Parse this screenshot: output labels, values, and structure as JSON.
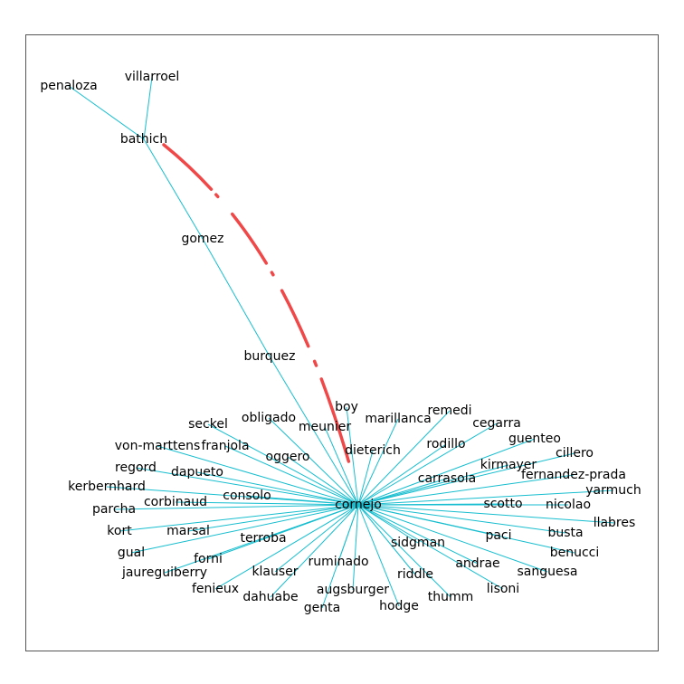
{
  "graph": {
    "nodes": [
      {
        "id": "penaloza",
        "label": "penaloza"
      },
      {
        "id": "villarroel",
        "label": "villarroel"
      },
      {
        "id": "bathich",
        "label": "bathich"
      },
      {
        "id": "gomez",
        "label": "gomez"
      },
      {
        "id": "burquez",
        "label": "burquez"
      },
      {
        "id": "cornejo",
        "label": "cornejo"
      },
      {
        "id": "boy",
        "label": "boy"
      },
      {
        "id": "meunier",
        "label": "meunier"
      },
      {
        "id": "marillanca",
        "label": "marillanca"
      },
      {
        "id": "remedi",
        "label": "remedi"
      },
      {
        "id": "obligado",
        "label": "obligado"
      },
      {
        "id": "seckel",
        "label": "seckel"
      },
      {
        "id": "cegarra",
        "label": "cegarra"
      },
      {
        "id": "rodillo",
        "label": "rodillo"
      },
      {
        "id": "guenteo",
        "label": "guenteo"
      },
      {
        "id": "von-marttens",
        "label": "von-marttens"
      },
      {
        "id": "franjola",
        "label": "franjola"
      },
      {
        "id": "dieterich",
        "label": "dieterich"
      },
      {
        "id": "oggero",
        "label": "oggero"
      },
      {
        "id": "cillero",
        "label": "cillero"
      },
      {
        "id": "kirmayer",
        "label": "kirmayer"
      },
      {
        "id": "regord",
        "label": "regord"
      },
      {
        "id": "dapueto",
        "label": "dapueto"
      },
      {
        "id": "fernandez-prada",
        "label": "fernandez-prada"
      },
      {
        "id": "carrasola",
        "label": "carrasola"
      },
      {
        "id": "kerbernhard",
        "label": "kerbernhard"
      },
      {
        "id": "yarmuch",
        "label": "yarmuch"
      },
      {
        "id": "consolo",
        "label": "consolo"
      },
      {
        "id": "corbinaud",
        "label": "corbinaud"
      },
      {
        "id": "scotto",
        "label": "scotto"
      },
      {
        "id": "nicolao",
        "label": "nicolao"
      },
      {
        "id": "parcha",
        "label": "parcha"
      },
      {
        "id": "llabres",
        "label": "llabres"
      },
      {
        "id": "marsal",
        "label": "marsal"
      },
      {
        "id": "kort",
        "label": "kort"
      },
      {
        "id": "busta",
        "label": "busta"
      },
      {
        "id": "paci",
        "label": "paci"
      },
      {
        "id": "terroba",
        "label": "terroba"
      },
      {
        "id": "sidgman",
        "label": "sidgman"
      },
      {
        "id": "gual",
        "label": "gual"
      },
      {
        "id": "benucci",
        "label": "benucci"
      },
      {
        "id": "forni",
        "label": "forni"
      },
      {
        "id": "ruminado",
        "label": "ruminado"
      },
      {
        "id": "andrae",
        "label": "andrae"
      },
      {
        "id": "jaureguiberry",
        "label": "jaureguiberry"
      },
      {
        "id": "klauser",
        "label": "klauser"
      },
      {
        "id": "sanguesa",
        "label": "sanguesa"
      },
      {
        "id": "riddle",
        "label": "riddle"
      },
      {
        "id": "fenieux",
        "label": "fenieux"
      },
      {
        "id": "lisoni",
        "label": "lisoni"
      },
      {
        "id": "augsburger",
        "label": "augsburger"
      },
      {
        "id": "dahuabe",
        "label": "dahuabe"
      },
      {
        "id": "thumm",
        "label": "thumm"
      },
      {
        "id": "hodge",
        "label": "hodge"
      },
      {
        "id": "genta",
        "label": "genta"
      }
    ],
    "edges": [
      [
        "penaloza",
        "bathich"
      ],
      [
        "villarroel",
        "bathich"
      ],
      [
        "bathich",
        "gomez"
      ],
      [
        "gomez",
        "burquez"
      ],
      [
        "burquez",
        "cornejo"
      ],
      [
        "cornejo",
        "boy"
      ],
      [
        "cornejo",
        "meunier"
      ],
      [
        "cornejo",
        "marillanca"
      ],
      [
        "cornejo",
        "remedi"
      ],
      [
        "cornejo",
        "obligado"
      ],
      [
        "cornejo",
        "seckel"
      ],
      [
        "cornejo",
        "cegarra"
      ],
      [
        "cornejo",
        "rodillo"
      ],
      [
        "cornejo",
        "guenteo"
      ],
      [
        "cornejo",
        "von-marttens"
      ],
      [
        "cornejo",
        "franjola"
      ],
      [
        "cornejo",
        "dieterich"
      ],
      [
        "cornejo",
        "oggero"
      ],
      [
        "cornejo",
        "cillero"
      ],
      [
        "cornejo",
        "kirmayer"
      ],
      [
        "cornejo",
        "regord"
      ],
      [
        "cornejo",
        "dapueto"
      ],
      [
        "cornejo",
        "fernandez-prada"
      ],
      [
        "cornejo",
        "carrasola"
      ],
      [
        "cornejo",
        "kerbernhard"
      ],
      [
        "cornejo",
        "yarmuch"
      ],
      [
        "cornejo",
        "consolo"
      ],
      [
        "cornejo",
        "corbinaud"
      ],
      [
        "cornejo",
        "scotto"
      ],
      [
        "cornejo",
        "nicolao"
      ],
      [
        "cornejo",
        "parcha"
      ],
      [
        "cornejo",
        "llabres"
      ],
      [
        "cornejo",
        "marsal"
      ],
      [
        "cornejo",
        "kort"
      ],
      [
        "cornejo",
        "busta"
      ],
      [
        "cornejo",
        "paci"
      ],
      [
        "cornejo",
        "terroba"
      ],
      [
        "cornejo",
        "sidgman"
      ],
      [
        "cornejo",
        "gual"
      ],
      [
        "cornejo",
        "benucci"
      ],
      [
        "cornejo",
        "forni"
      ],
      [
        "cornejo",
        "ruminado"
      ],
      [
        "cornejo",
        "andrae"
      ],
      [
        "cornejo",
        "jaureguiberry"
      ],
      [
        "cornejo",
        "klauser"
      ],
      [
        "cornejo",
        "sanguesa"
      ],
      [
        "cornejo",
        "riddle"
      ],
      [
        "cornejo",
        "fenieux"
      ],
      [
        "cornejo",
        "lisoni"
      ],
      [
        "cornejo",
        "augsburger"
      ],
      [
        "cornejo",
        "dahuabe"
      ],
      [
        "cornejo",
        "thumm"
      ],
      [
        "cornejo",
        "hodge"
      ],
      [
        "cornejo",
        "genta"
      ]
    ],
    "highlight_path": {
      "from": "bathich",
      "to": "cornejo",
      "style": "dashed-curve"
    },
    "colors": {
      "edge": "#17becf",
      "highlight": "#f04848",
      "text": "#000000",
      "frame": "#555555"
    }
  }
}
